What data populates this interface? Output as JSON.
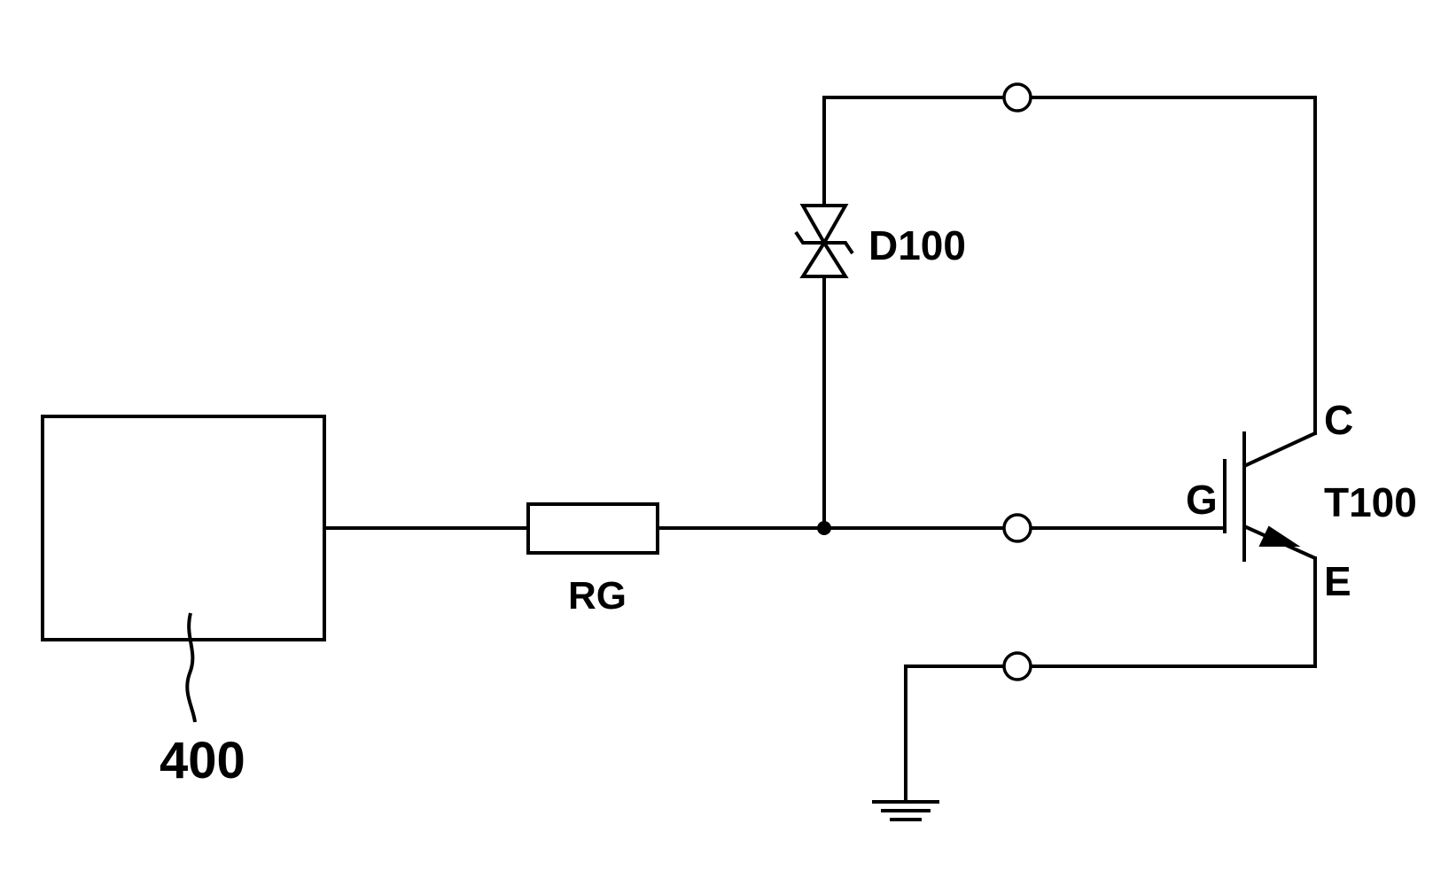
{
  "labels": {
    "block": "400",
    "resistor": "RG",
    "diode": "D100",
    "transistor": "T100",
    "collector": "C",
    "gate": "G",
    "emitter": "E"
  },
  "colors": {
    "line": "#000000",
    "background": "#ffffff"
  }
}
